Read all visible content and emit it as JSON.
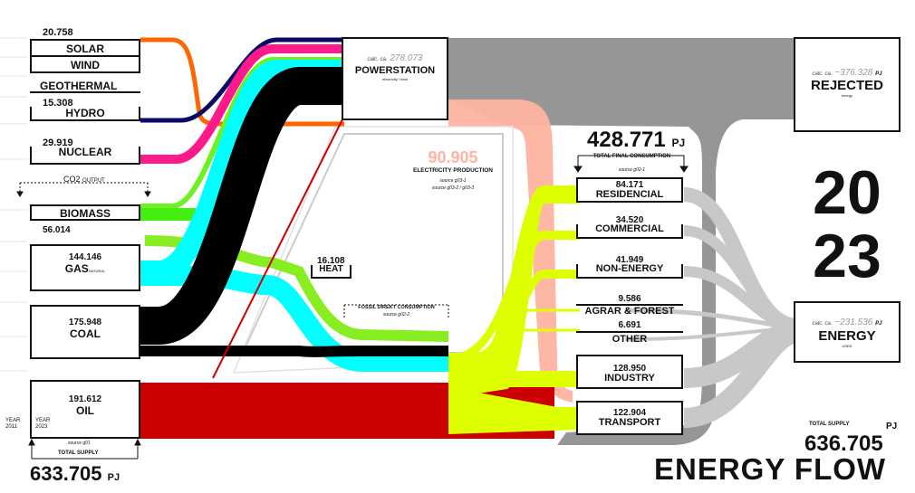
{
  "colors": {
    "solar": "#ff6600",
    "wind": "#ff6600",
    "hydro": "#0a0a66",
    "nuclear": "#ff1a8c",
    "biomass": "#44ee11",
    "gas": "#00ffff",
    "coal": "#000000",
    "oil": "#cc0000",
    "electricity": "#ffb3a0",
    "rejected": "#909090",
    "energy_used": "#c8c8c8",
    "final": "#ddff00"
  },
  "supply": {
    "solar_value": "20.758",
    "solar_label": "SOLAR",
    "wind_label": "WIND",
    "geothermal_label": "GEOTHERMAL",
    "hydro_value": "15.308",
    "hydro_label": "HYDRO",
    "nuclear_value": "29.919",
    "nuclear_label": "NUCLEAR",
    "co2_label": "CO2",
    "co2_sub": "OUTPUT",
    "biomass_label": "BIOMASS",
    "biomass_value": "56.014",
    "gas_value": "144.146",
    "gas_label": "GAS",
    "gas_sub": "NATURAL",
    "coal_value": "175.948",
    "coal_label": "COAL",
    "oil_value": "191.612",
    "oil_label": "OIL",
    "year2011": "YEAR\n2011",
    "year2023": "YEAR\n2023",
    "source": "source g01",
    "total_label": "TOTAL SUPPLY",
    "total_value": "633.705",
    "total_unit": "PJ"
  },
  "powerstation": {
    "calc": "calc. ca.",
    "value": "278.073",
    "label": "POWERSTATION",
    "sub": "electricity / heat"
  },
  "electricity": {
    "value": "90.905",
    "label": "ELECTRICITY PRODUCTION",
    "source1": "source  g03-1",
    "source2": "source  g03-2 / g03-3"
  },
  "heat": {
    "value": "16.108",
    "label": "HEAT"
  },
  "fossil": {
    "label": "FOSSIL DIREKT CONSUMPTION",
    "source": "source g02-2"
  },
  "tfc": {
    "value": "428.771",
    "unit": "PJ",
    "label": "TOTAL FINAL CONSUMPTION",
    "source": "source  g02-1"
  },
  "consumers": [
    {
      "value": "84.171",
      "label": "RESIDENCIAL"
    },
    {
      "value": "34.520",
      "label": "COMMERCIAL"
    },
    {
      "value": "41.949",
      "label": "NON-ENERGY"
    },
    {
      "value": "9.586",
      "label": "AGRAR & FOREST"
    },
    {
      "value": "6.691",
      "label": "OTHER"
    },
    {
      "value": "128.950",
      "label": "INDUSTRY"
    },
    {
      "value": "122.904",
      "label": "TRANSPORT"
    }
  ],
  "rejected": {
    "calc": "calc. ca.",
    "value": "~376.328",
    "unit": "PJ",
    "label": "REJECTED",
    "sub": "energy"
  },
  "energy_used": {
    "calc": "calc. ca.",
    "value": "~231.536",
    "unit": "PJ",
    "label": "ENERGY",
    "sub": "USED"
  },
  "year": {
    "line1": "20",
    "line2": "23"
  },
  "right_total": {
    "label": "TOTAL SUPPLY",
    "unit": "PJ",
    "value": "636.705"
  },
  "headline": "ENERGY FLOW"
}
